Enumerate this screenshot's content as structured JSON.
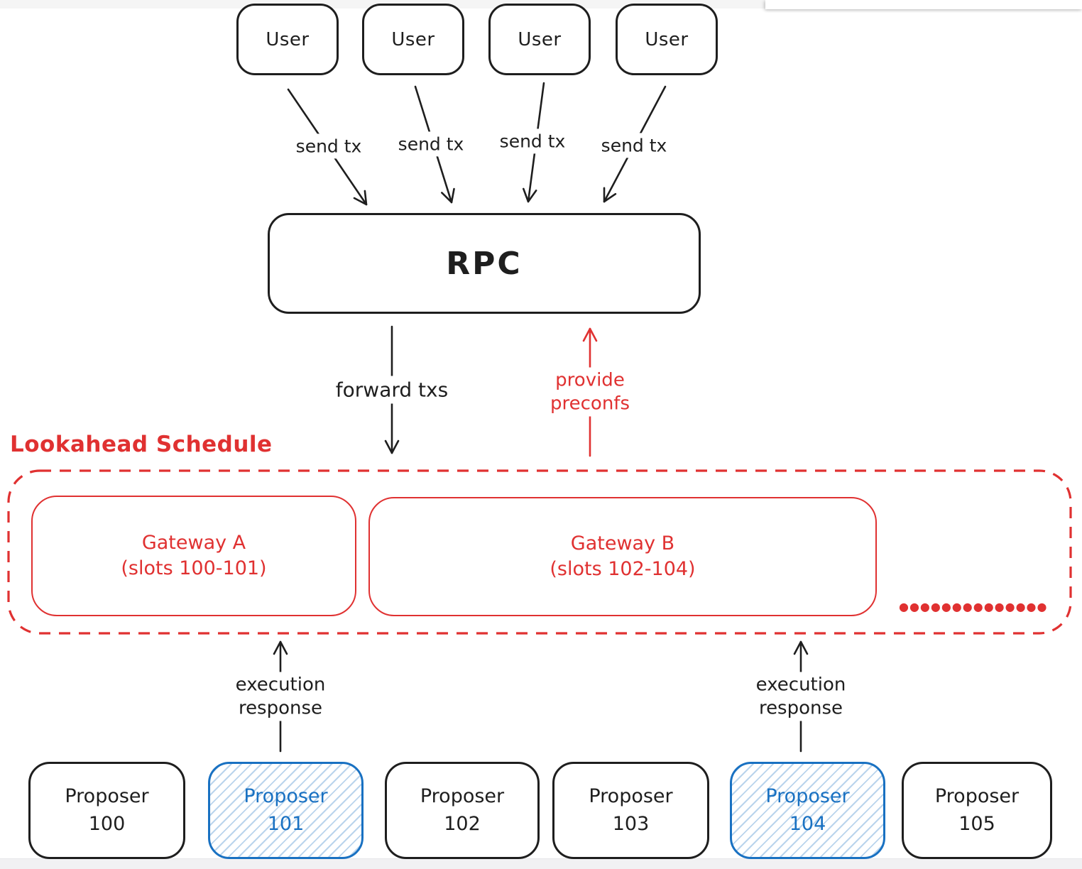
{
  "colors": {
    "stroke_black": "#1e1e1e",
    "accent_red": "#e03131",
    "accent_blue": "#1971c2",
    "hatch_blue": "rgba(25,113,194,0.30)",
    "background": "#ffffff"
  },
  "users": [
    "User",
    "User",
    "User",
    "User"
  ],
  "send_tx": [
    "send tx",
    "send tx",
    "send tx",
    "send tx"
  ],
  "rpc_label": "RPC",
  "forward_txs_label": "forward txs",
  "provide_preconfs": {
    "line1": "provide",
    "line2": "preconfs"
  },
  "lookahead": {
    "title": "Lookahead Schedule",
    "gateway_a": {
      "name": "Gateway A",
      "slots": "(slots 100-101)"
    },
    "gateway_b": {
      "name": "Gateway B",
      "slots": "(slots 102-104)"
    },
    "ellipsis": "●●●●●●●●●●●●●●●●●"
  },
  "execution_response": {
    "line1": "execution",
    "line2": "response"
  },
  "proposers": [
    {
      "name": "Proposer",
      "number": "100",
      "highlighted": false
    },
    {
      "name": "Proposer",
      "number": "101",
      "highlighted": true
    },
    {
      "name": "Proposer",
      "number": "102",
      "highlighted": false
    },
    {
      "name": "Proposer",
      "number": "103",
      "highlighted": false
    },
    {
      "name": "Proposer",
      "number": "104",
      "highlighted": true
    },
    {
      "name": "Proposer",
      "number": "105",
      "highlighted": false
    }
  ]
}
